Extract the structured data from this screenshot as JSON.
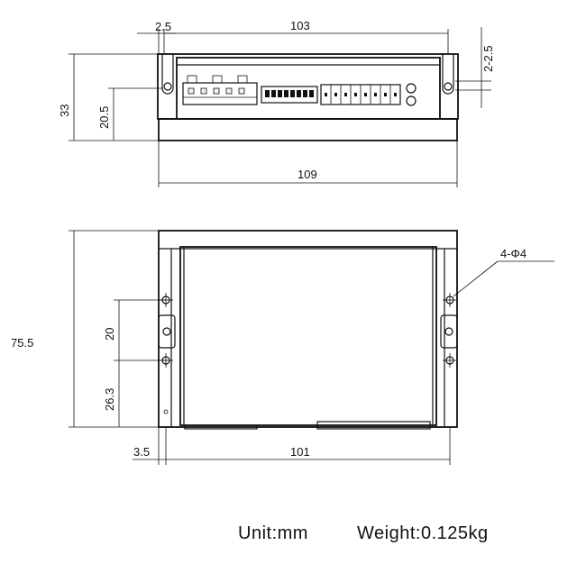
{
  "top_view": {
    "dims": {
      "edge_offset": "2.5",
      "top_width": "103",
      "side_offset": "2-2.5",
      "height": "33",
      "inner_height": "20.5",
      "bottom_width": "109"
    }
  },
  "plan_view": {
    "dims": {
      "hole_note": "4-Φ4",
      "total_height": "75.5",
      "hole_spacing": "20",
      "hole_offset": "26.3",
      "edge_offset": "3.5",
      "width": "101"
    }
  },
  "footer": {
    "unit": "Unit:mm",
    "weight": "Weight:0.125kg"
  }
}
